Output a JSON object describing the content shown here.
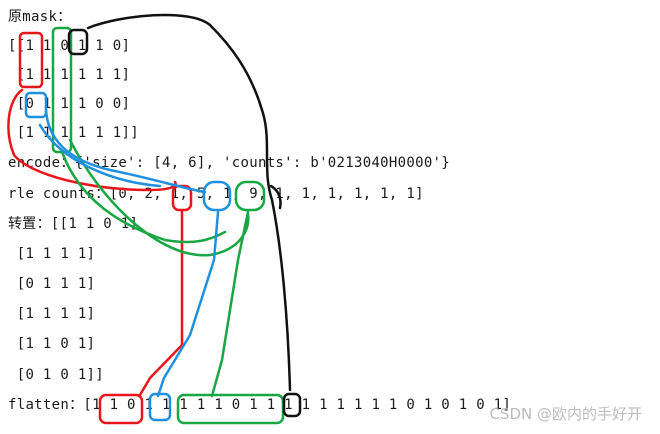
{
  "lines": [
    "原mask：",
    "[[1 1 0 1 1 0]",
    " [1 1 1 1 1 1]",
    " [0 1 1 1 0 0]",
    " [1 1 1 1 1 1]]",
    "encode：{'size': [4, 6], 'counts': b'0213040H0000'}",
    "rle counts：[0, 2, 1, 5, 1, 9, 1, 1, 1, 1, 1, 1]",
    "转置：[[1 1 0 1]",
    " [1 1 1 1]",
    " [0 1 1 1]",
    " [1 1 1 1]",
    " [1 1 0 1]",
    " [0 1 0 1]]",
    "flatten：[1 1 0 1 1 1 1 1 0 1 1 1 1 1 1 1 1 1 0 1 0 1 0 1]"
  ],
  "watermark": "CSDN @欧内的手好开",
  "colors": {
    "red": "#e8161b",
    "green": "#19a643",
    "blue": "#1f8fe0",
    "black": "#111111"
  }
}
